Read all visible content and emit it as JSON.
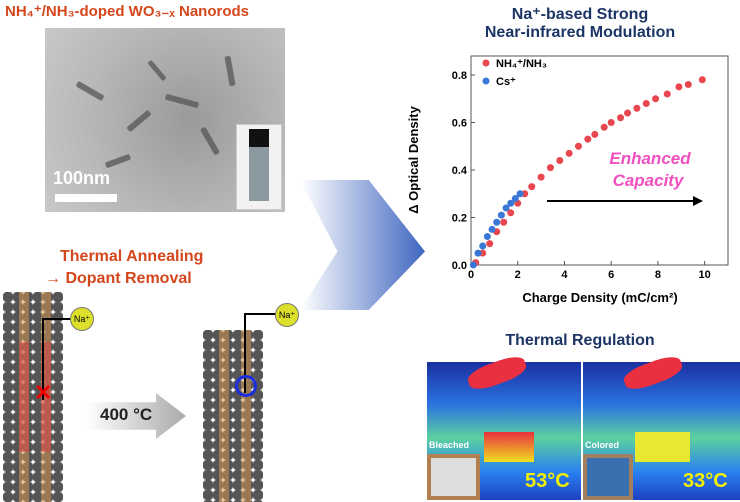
{
  "left": {
    "title": "NH₄⁺/NH₃-doped WO₃₋ₓ Nanorods",
    "scale_bar": "100nm",
    "annealing_line1": "Thermal Annealing",
    "annealing_line2": "→ Dopant Removal",
    "ion_label": "Na⁺",
    "temp": "400 °C"
  },
  "right": {
    "title_line1": "Na⁺-based Strong",
    "title_line2": "Near-infrared Modulation",
    "thermal_title": "Thermal Regulation",
    "bleached": "Bleached",
    "colored": "Colored",
    "temp_bleached": "53°C",
    "temp_colored": "33°C"
  },
  "chart_data": {
    "type": "scatter",
    "xlabel": "Charge Density (mC/cm²)",
    "ylabel": "Δ Optical Density",
    "xlim": [
      0,
      11
    ],
    "ylim": [
      0,
      0.88
    ],
    "xticks": [
      "0",
      "2",
      "4",
      "6",
      "8",
      "10"
    ],
    "yticks": [
      "0.0",
      "0.2",
      "0.4",
      "0.6",
      "0.8"
    ],
    "annotation_line1": "Enhanced",
    "annotation_line2": "Capacity",
    "legend_placement": "top-left",
    "series": [
      {
        "name": "NH₄⁺/NH₃",
        "color": "#e8474f",
        "x": [
          0.2,
          0.5,
          0.8,
          1.1,
          1.4,
          1.7,
          2.0,
          2.3,
          2.6,
          3.0,
          3.4,
          3.8,
          4.2,
          4.6,
          5.0,
          5.3,
          5.7,
          6.0,
          6.4,
          6.7,
          7.1,
          7.5,
          7.9,
          8.4,
          8.9,
          9.3,
          9.9
        ],
        "y": [
          0.01,
          0.05,
          0.09,
          0.14,
          0.18,
          0.22,
          0.26,
          0.3,
          0.33,
          0.37,
          0.41,
          0.44,
          0.47,
          0.5,
          0.53,
          0.55,
          0.58,
          0.6,
          0.62,
          0.64,
          0.66,
          0.68,
          0.7,
          0.72,
          0.75,
          0.76,
          0.78
        ]
      },
      {
        "name": "Cs⁺",
        "color": "#3a78d8",
        "x": [
          0.1,
          0.3,
          0.5,
          0.7,
          0.9,
          1.1,
          1.3,
          1.5,
          1.7,
          1.9,
          2.1
        ],
        "y": [
          0.0,
          0.05,
          0.08,
          0.12,
          0.15,
          0.18,
          0.21,
          0.24,
          0.26,
          0.28,
          0.3
        ]
      }
    ]
  }
}
